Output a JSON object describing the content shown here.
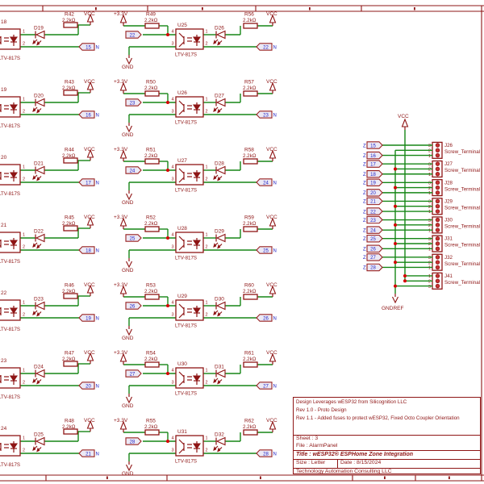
{
  "colors": {
    "wire": "#168616",
    "symbol": "#8e1515",
    "text": "#8e1515",
    "net": "#2424c4",
    "dot": "#d40000",
    "bubble_fill": "#ece9f5",
    "bubble_border": "#982020",
    "terminal_fill": "#c83232"
  },
  "left_rows": [
    {
      "designator": "18",
      "part": "LTV-817S",
      "pin1": "1",
      "pin2": "2",
      "diode": "D19",
      "resistor": "R42",
      "value": "2.2kΩ",
      "rail": "VCC",
      "net": "15",
      "net_suffix": "N"
    },
    {
      "designator": "19",
      "part": "LTV-817S",
      "pin1": "1",
      "pin2": "2",
      "diode": "D20",
      "resistor": "R43",
      "value": "2.2kΩ",
      "rail": "VCC",
      "net": "16",
      "net_suffix": "N"
    },
    {
      "designator": "20",
      "part": "LTV-817S",
      "pin1": "1",
      "pin2": "2",
      "diode": "D21",
      "resistor": "R44",
      "value": "2.2kΩ",
      "rail": "VCC",
      "net": "17",
      "net_suffix": "N"
    },
    {
      "designator": "21",
      "part": "LTV-817S",
      "pin1": "1",
      "pin2": "2",
      "diode": "D22",
      "resistor": "R45",
      "value": "2.2kΩ",
      "rail": "VCC",
      "net": "18",
      "net_suffix": "N"
    },
    {
      "designator": "22",
      "part": "LTV-817S",
      "pin1": "1",
      "pin2": "2",
      "diode": "D23",
      "resistor": "R46",
      "value": "2.2kΩ",
      "rail": "VCC",
      "net": "19",
      "net_suffix": "N"
    },
    {
      "designator": "23",
      "part": "LTV-817S",
      "pin1": "1",
      "pin2": "2",
      "diode": "D24",
      "resistor": "R47",
      "value": "2.2kΩ",
      "rail": "VCC",
      "net": "20",
      "net_suffix": "N"
    },
    {
      "designator": "24",
      "part": "LTV-817S",
      "pin1": "1",
      "pin2": "2",
      "diode": "D25",
      "resistor": "R48",
      "value": "2.2kΩ",
      "rail": "VCC",
      "net": "21",
      "net_suffix": "N"
    }
  ],
  "middle_rows": [
    {
      "supply": "+3.3V",
      "resistor": "R49",
      "value": "2.2kΩ",
      "gnd": "GND",
      "designator": "U25",
      "part": "LTV-817S",
      "pin4": "4",
      "pin3": "3",
      "pin1": "1",
      "pin2": "2",
      "input_net": "22",
      "diode": "D26",
      "out_resistor": "R56",
      "out_value": "2.2kΩ",
      "rail": "VCC",
      "out_net": "22",
      "out_suffix": "N"
    },
    {
      "supply": "+3.3V",
      "resistor": "R50",
      "value": "2.2kΩ",
      "gnd": "GND",
      "designator": "U26",
      "part": "LTV-817S",
      "pin4": "4",
      "pin3": "3",
      "pin1": "1",
      "pin2": "2",
      "input_net": "23",
      "diode": "D27",
      "out_resistor": "R57",
      "out_value": "2.2kΩ",
      "rail": "VCC",
      "out_net": "23",
      "out_suffix": "N"
    },
    {
      "supply": "+3.3V",
      "resistor": "R51",
      "value": "2.2kΩ",
      "gnd": "GND",
      "designator": "U27",
      "part": "LTV-817S",
      "pin4": "4",
      "pin3": "3",
      "pin1": "1",
      "pin2": "2",
      "input_net": "24",
      "diode": "D28",
      "out_resistor": "R58",
      "out_value": "2.2kΩ",
      "rail": "VCC",
      "out_net": "24",
      "out_suffix": "N"
    },
    {
      "supply": "+3.3V",
      "resistor": "R52",
      "value": "2.2kΩ",
      "gnd": "GND",
      "designator": "U28",
      "part": "LTV-817S",
      "pin4": "4",
      "pin3": "3",
      "pin1": "1",
      "pin2": "2",
      "input_net": "25",
      "diode": "D29",
      "out_resistor": "R59",
      "out_value": "2.2kΩ",
      "rail": "VCC",
      "out_net": "25",
      "out_suffix": "N"
    },
    {
      "supply": "+3.3V",
      "resistor": "R53",
      "value": "2.2kΩ",
      "gnd": "GND",
      "designator": "U29",
      "part": "LTV-817S",
      "pin4": "4",
      "pin3": "3",
      "pin1": "1",
      "pin2": "2",
      "input_net": "26",
      "diode": "D30",
      "out_resistor": "R60",
      "out_value": "2.2kΩ",
      "rail": "VCC",
      "out_net": "26",
      "out_suffix": "N"
    },
    {
      "supply": "+3.3V",
      "resistor": "R54",
      "value": "2.2kΩ",
      "gnd": "GND",
      "designator": "U30",
      "part": "LTV-817S",
      "pin4": "4",
      "pin3": "3",
      "pin1": "1",
      "pin2": "2",
      "input_net": "27",
      "diode": "D31",
      "out_resistor": "R61",
      "out_value": "2.2kΩ",
      "rail": "VCC",
      "out_net": "27",
      "out_suffix": "N"
    },
    {
      "supply": "+3.3V",
      "resistor": "R55",
      "value": "2.2kΩ",
      "gnd": "GND",
      "designator": "U31",
      "part": "LTV-817S",
      "pin4": "4",
      "pin3": "3",
      "pin1": "1",
      "pin2": "2",
      "input_net": "28",
      "diode": "D32",
      "out_resistor": "R62",
      "out_value": "2.2kΩ",
      "rail": "VCC",
      "out_net": "28",
      "out_suffix": "N"
    }
  ],
  "right_panel": {
    "vcc": "VCC",
    "gndref": "GNDREF",
    "zones": [
      {
        "prefix": "Z",
        "num": "15"
      },
      {
        "prefix": "Z",
        "num": "16"
      },
      {
        "prefix": "Z",
        "num": "17"
      },
      {
        "prefix": "Z",
        "num": "18"
      },
      {
        "prefix": "Z",
        "num": "19"
      },
      {
        "prefix": "Z",
        "num": "20"
      },
      {
        "prefix": "Z",
        "num": "21"
      },
      {
        "prefix": "Z",
        "num": "22"
      },
      {
        "prefix": "Z",
        "num": "23"
      },
      {
        "prefix": "Z",
        "num": "24"
      },
      {
        "prefix": "Z",
        "num": "25"
      },
      {
        "prefix": "Z",
        "num": "26"
      },
      {
        "prefix": "Z",
        "num": "27"
      },
      {
        "prefix": "Z",
        "num": "28"
      }
    ],
    "connectors": [
      {
        "name": "J26",
        "part": "Screw_Terminal",
        "pins": [
          "3",
          "2",
          "1"
        ]
      },
      {
        "name": "J27",
        "part": "Screw_Terminal",
        "pins": [
          "3",
          "2",
          "1"
        ]
      },
      {
        "name": "J28",
        "part": "Screw_Terminal",
        "pins": [
          "3",
          "2",
          "1"
        ]
      },
      {
        "name": "J29",
        "part": "Screw_Terminal",
        "pins": [
          "3",
          "2",
          "1"
        ]
      },
      {
        "name": "J30",
        "part": "Screw_Terminal",
        "pins": [
          "3",
          "2",
          "1"
        ]
      },
      {
        "name": "J31",
        "part": "Screw_Terminal",
        "pins": [
          "3",
          "2",
          "1"
        ]
      },
      {
        "name": "J32",
        "part": "Screw_Terminal",
        "pins": [
          "3",
          "2",
          "1"
        ]
      },
      {
        "name": "J41",
        "part": "Screw_Terminal",
        "pins": [
          "1",
          "2",
          "3"
        ]
      }
    ]
  },
  "title_block": {
    "comment1": "Design Leverages wESP32 from Silicognition LLC",
    "comment2": "Rev 1.0 - Proto Design",
    "comment3": "Rev 1.1 - Added fuses to protect wESP32, Fixed Octo Coupler Orientation",
    "sheet": "Sheet : 3",
    "file": "File : AlarmPanel",
    "title": "Title : wESP32® ESPHome Zone Integration",
    "size": "Size : Letter",
    "date": "Date : 8/15/2024",
    "company": "Technology Automation Consulting LLC"
  }
}
